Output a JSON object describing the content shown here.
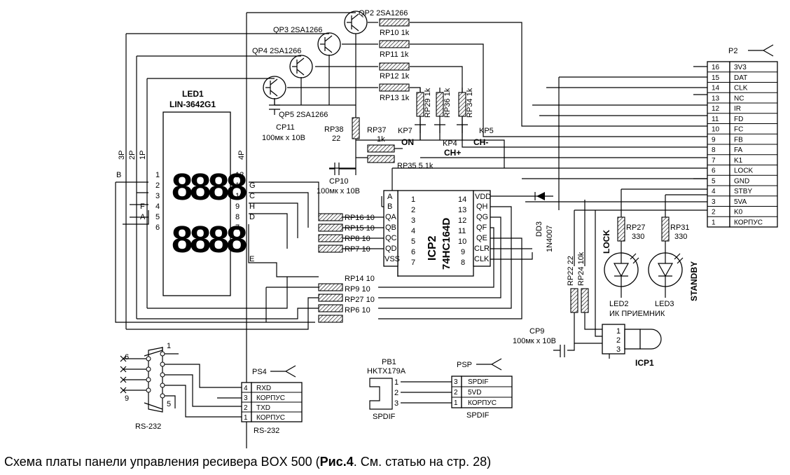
{
  "caption": {
    "prefix": "Схема платы панели управления ресивера BOX 500 (",
    "fig": "Рис.4",
    "suffix": ". См. статью на стр. 28)"
  },
  "transistors": [
    {
      "ref": "QP2 2SA1266"
    },
    {
      "ref": "QP3 2SA1266"
    },
    {
      "ref": "QP4 2SA1266"
    },
    {
      "ref": "QP5 2SA1266"
    }
  ],
  "resistors_top": [
    "RP10 1k",
    "RP11 1k",
    "RP12 1k",
    "RP13 1k"
  ],
  "resistors_vert": [
    "RP29 1k",
    "RP36 1k",
    "RP34 1k"
  ],
  "buttons": [
    {
      "ref": "KP7",
      "func": "ON"
    },
    {
      "ref": "KP4",
      "func": "CH+"
    },
    {
      "ref": "KP5",
      "func": "CH-"
    }
  ],
  "cp11": {
    "ref": "CP11",
    "value": "100мк х 10В"
  },
  "rp38": {
    "ref": "RP38",
    "value": "22"
  },
  "rp37": {
    "ref": "RP37",
    "value": "1k"
  },
  "rp35": "RP35 5.1k",
  "cp10": {
    "ref": "CP10",
    "value": "100мк х 10В"
  },
  "led1": {
    "ref": "LED1",
    "part": "LIN-3642G1",
    "digits": "8888",
    "left_pins": [
      "1",
      "2",
      "3",
      "4",
      "5",
      "6"
    ],
    "right_pins": [
      "12",
      "11",
      "10",
      "9",
      "8",
      "7"
    ],
    "side_labels": [
      "3P",
      "2P",
      "1P",
      "4P"
    ],
    "seg_left": [
      "B",
      "F",
      "A"
    ],
    "seg_right": [
      "G",
      "C",
      "H",
      "D"
    ],
    "seg_e": "E"
  },
  "seg_resistors": [
    "RP16 10",
    "RP15 10",
    "RP8 10",
    "RP7 10"
  ],
  "low_resistors": [
    "RP14 10",
    "RP9 10",
    "RP27 10",
    "RP6 10"
  ],
  "icp2": {
    "ref": "ICP2",
    "part": "74HC164D",
    "left_names": [
      "A",
      "B",
      "QA",
      "QB",
      "QC",
      "QD",
      "VSS"
    ],
    "left_nums": [
      "1",
      "2",
      "3",
      "4",
      "5",
      "6",
      "7"
    ],
    "right_names": [
      "VDD",
      "QH",
      "QG",
      "QF",
      "QE",
      "CLR",
      "CLK"
    ],
    "right_nums": [
      "14",
      "13",
      "12",
      "11",
      "10",
      "9",
      "8"
    ]
  },
  "dd3": {
    "ref": "DD3",
    "part": "1N4007"
  },
  "p2": {
    "ref": "P2",
    "nums": [
      "16",
      "15",
      "14",
      "13",
      "12",
      "11",
      "10",
      "9",
      "8",
      "7",
      "6",
      "5",
      "4",
      "3",
      "2",
      "1"
    ],
    "names": [
      "3V3",
      "DAT",
      "CLK",
      "NC",
      "IR",
      "FD",
      "FC",
      "FB",
      "FA",
      "K1",
      "LOCK",
      "GND",
      "STBY",
      "5VA",
      "K0",
      "КОРПУС"
    ]
  },
  "rp27": {
    "ref": "RP27",
    "value": "330"
  },
  "rp31": {
    "ref": "RP31",
    "value": "330"
  },
  "led2": {
    "ref": "LED2",
    "func": "LOCK"
  },
  "led3": {
    "ref": "LED3",
    "func": "STANDBY"
  },
  "ir_label": "ИК ПРИЕМНИК",
  "rp22": "RP22 22",
  "rp24": "RP24 10k",
  "cp9": {
    "ref": "CP9",
    "value": "100мк х 10В"
  },
  "icp1": {
    "ref": "ICP1",
    "pins": [
      "1",
      "2",
      "3"
    ]
  },
  "rs232": {
    "db_label": "RS-232",
    "db_pins": [
      "6",
      "1",
      "9",
      "5"
    ],
    "ref": "PS4",
    "nums": [
      "4",
      "3",
      "2",
      "1"
    ],
    "names": [
      "RXD",
      "КОРПУС",
      "TXD",
      "КОРПУС"
    ],
    "bottom": "RS-232"
  },
  "pb1": {
    "ref": "PB1",
    "part": "HKTX179A",
    "nums": [
      "1",
      "2",
      "3"
    ],
    "bottom": "SPDIF"
  },
  "psp": {
    "ref": "PSP",
    "nums": [
      "3",
      "2",
      "1"
    ],
    "names": [
      "SPDIF",
      "5VD",
      "КОРПУС"
    ],
    "bottom": "SPDIF"
  }
}
